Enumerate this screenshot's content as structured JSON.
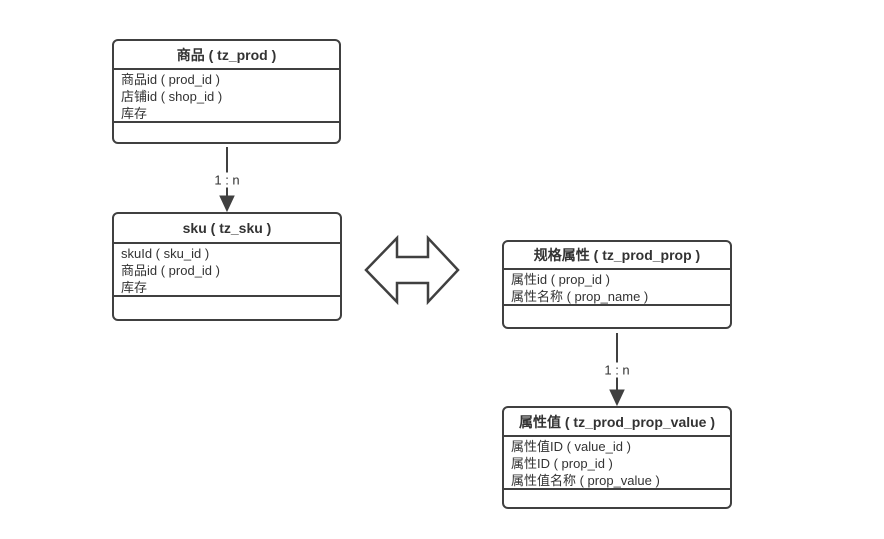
{
  "diagram": {
    "colors": {
      "border": "#404040",
      "text": "#333333",
      "background": "#ffffff"
    },
    "tables": [
      {
        "id": "prod",
        "title": "商品 ( tz_prod )",
        "fields": [
          "商品id ( prod_id )",
          "店铺id ( shop_id )",
          "库存"
        ]
      },
      {
        "id": "sku",
        "title": "sku ( tz_sku )",
        "fields": [
          "skuId ( sku_id )",
          "商品id ( prod_id )",
          "库存"
        ]
      },
      {
        "id": "prod_prop",
        "title": "规格属性 ( tz_prod_prop )",
        "fields": [
          "属性id ( prop_id )",
          "属性名称 ( prop_name )"
        ]
      },
      {
        "id": "prod_prop_value",
        "title": "属性值 ( tz_prod_prop_value )",
        "fields": [
          "属性值ID ( value_id )",
          "属性ID ( prop_id )",
          "属性值名称 ( prop_value )"
        ]
      }
    ],
    "connectors": [
      {
        "from": "商品 ( tz_prod )",
        "to": "sku ( tz_sku )",
        "label": "1 : n"
      },
      {
        "from": "规格属性 ( tz_prod_prop )",
        "to": "属性值 ( tz_prod_prop_value )",
        "label": "1 : n"
      }
    ],
    "relation_shape": "bidirectional-arrow"
  }
}
